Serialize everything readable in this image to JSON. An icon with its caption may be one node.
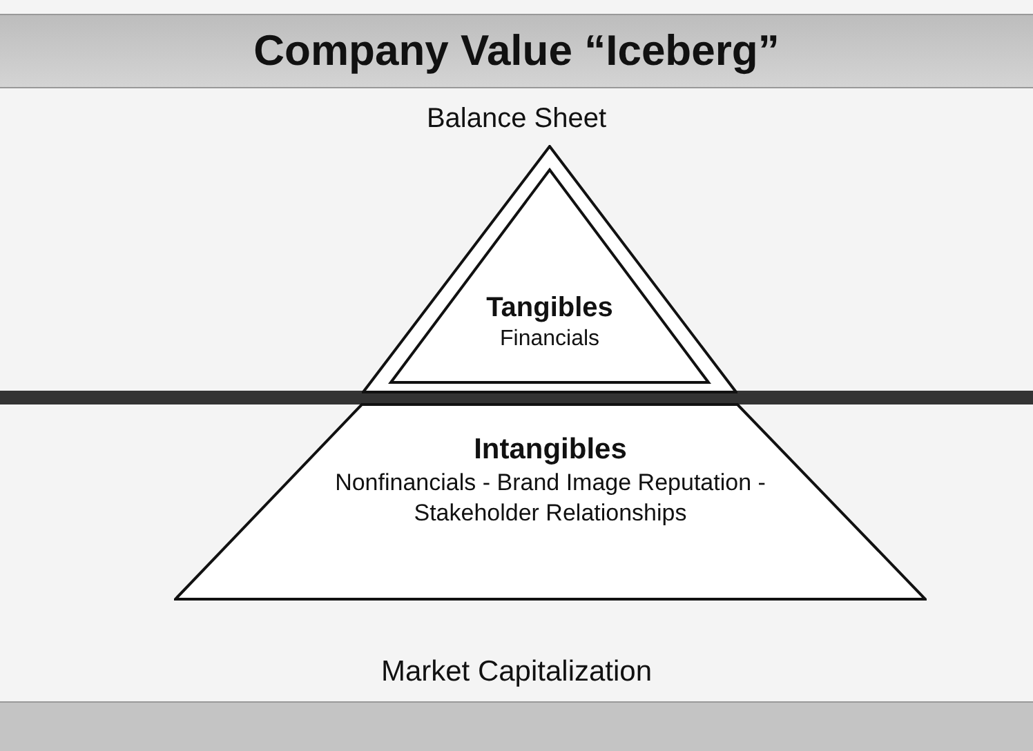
{
  "diagram": {
    "title": "Company Value “Iceberg”",
    "nodes": [
      {
        "text": [
          "Tangibles",
          "Financials"
        ]
      },
      {
        "text": [
          "Intangibles",
          "Nonfinancials - Brand Image Reputation - Stakeholder Relationships"
        ]
      }
    ],
    "labels": [
      "Balance Sheet",
      "Market Capitalization"
    ]
  }
}
